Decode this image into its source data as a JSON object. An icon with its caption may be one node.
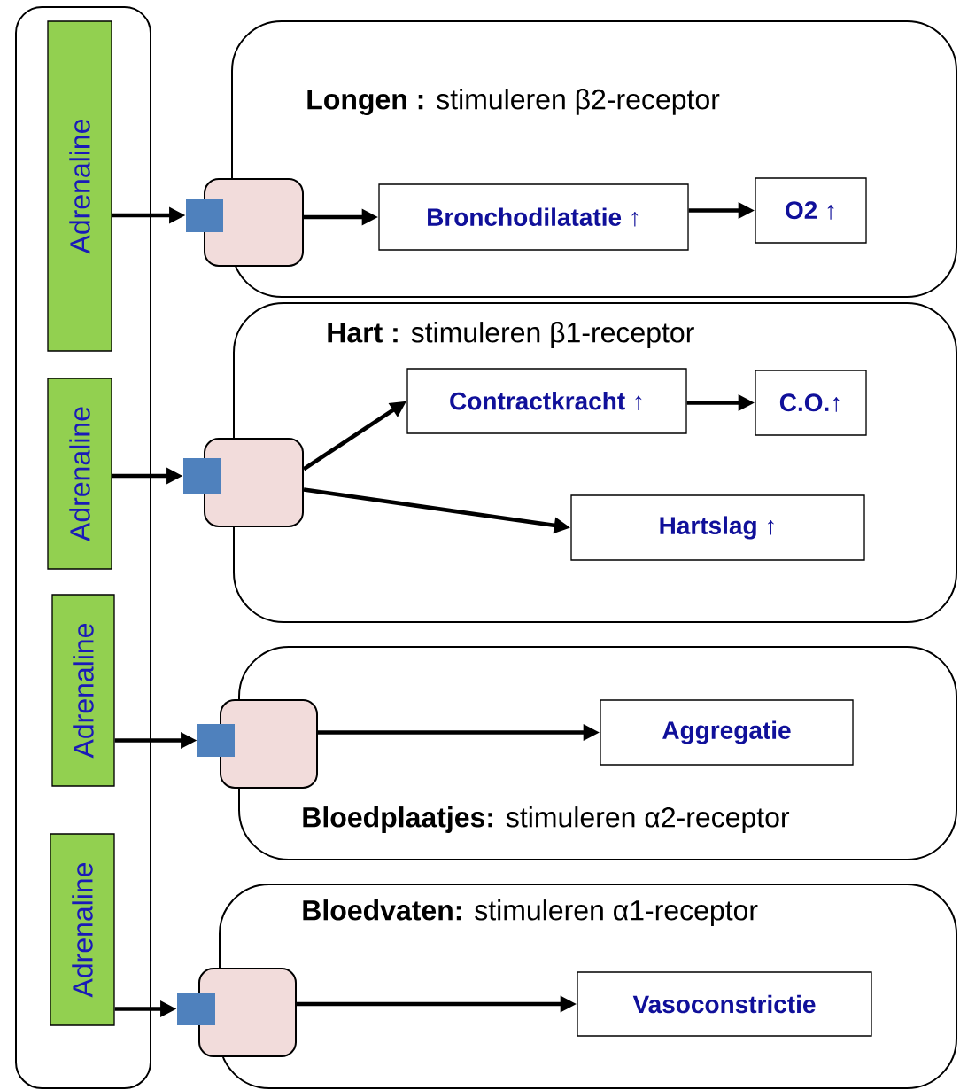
{
  "diagram": {
    "nodes": [
      {
        "text": [],
        "shape": "box"
      },
      {
        "text": [
          "Adrenaline"
        ],
        "in": 0
      },
      {
        "text": [
          "Adrenaline"
        ],
        "in": 0
      },
      {
        "text": [
          "Adrenaline"
        ],
        "in": 0
      },
      {
        "text": [
          "Adrenaline"
        ],
        "in": 0
      },
      {
        "text": [
          "**Longen :** stimuleren β2-receptor"
        ]
      },
      {
        "text": [],
        "shape": "box"
      },
      {
        "text": [],
        "shape": "box"
      },
      {
        "text": [
          "Bronchodilatatie ↑"
        ],
        "in": 5
      },
      {
        "text": [
          "O2 ↑"
        ],
        "in": 5
      },
      {
        "text": [
          "**Hart :** stimuleren β1-receptor"
        ]
      },
      {
        "text": [],
        "shape": "box"
      },
      {
        "text": [],
        "shape": "box"
      },
      {
        "text": [
          "Contractkracht ↑"
        ],
        "in": 10
      },
      {
        "text": [
          "C.O.↑"
        ],
        "in": 10
      },
      {
        "text": [
          "Hartslag ↑"
        ],
        "in": 10
      },
      {
        "text": [
          "**Bloedplaatjes:** stimuleren α2-receptor"
        ]
      },
      {
        "text": [],
        "shape": "box"
      },
      {
        "text": [],
        "shape": "box"
      },
      {
        "text": [
          "Aggregatie"
        ],
        "in": 16
      },
      {
        "text": [
          "**Bloedvaten:** stimuleren α1-receptor"
        ]
      },
      {
        "text": [],
        "shape": "box"
      },
      {
        "text": [],
        "shape": "box"
      },
      {
        "text": [
          "Vasoconstrictie"
        ],
        "in": 20
      }
    ],
    "edges": [
      {
        "from": 1,
        "to": 7,
        "arrow": "to"
      },
      {
        "from": 6,
        "to": 8,
        "arrow": "to"
      },
      {
        "from": 8,
        "to": 9,
        "arrow": "to"
      },
      {
        "from": 2,
        "to": 12,
        "arrow": "to"
      },
      {
        "from": 11,
        "to": 13,
        "arrow": "to"
      },
      {
        "from": 13,
        "to": 14,
        "arrow": "to"
      },
      {
        "from": 11,
        "to": 15,
        "arrow": "to"
      },
      {
        "from": 3,
        "to": 18,
        "arrow": "to"
      },
      {
        "from": 17,
        "to": 19,
        "arrow": "to"
      },
      {
        "from": 4,
        "to": 22,
        "arrow": "to"
      },
      {
        "from": 21,
        "to": 23,
        "arrow": "to"
      }
    ]
  }
}
